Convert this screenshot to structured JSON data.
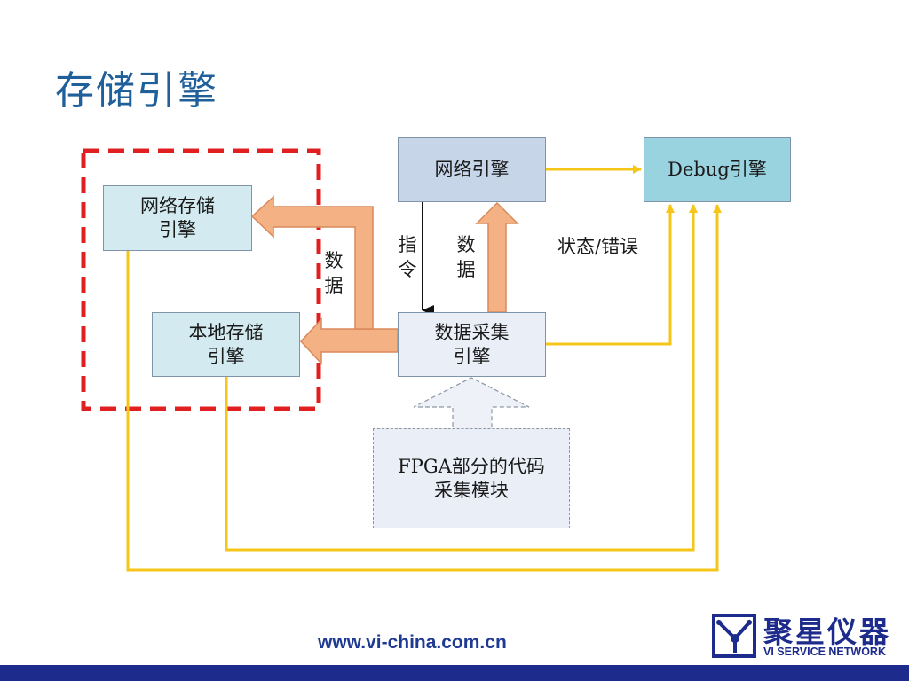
{
  "slide": {
    "title": "存储引擎",
    "website": "www.vi-china.com.cn"
  },
  "nodes": {
    "network_storage_engine": "网络存储\n引擎",
    "local_storage_engine": "本地存储\n引擎",
    "network_engine": "网络引擎",
    "debug_engine": "Debug引擎",
    "data_acquisition_engine": "数据采集\n引擎",
    "fpga_module": "FPGA部分的代码\n采集模块"
  },
  "edge_labels": {
    "data_to_storage": "数\n据",
    "command": "指\n令",
    "data_to_network": "数\n据",
    "status_error": "状态/错误"
  },
  "logo": {
    "name_cn": "聚星仪器",
    "name_en": "VI SERVICE NETWORK"
  },
  "colors": {
    "title": "#1f5f9a",
    "orange_arrow": "#f4b183",
    "yellow_line": "#f5c518",
    "dashed_group": "#e02020",
    "brand_blue": "#1c2b8c"
  }
}
